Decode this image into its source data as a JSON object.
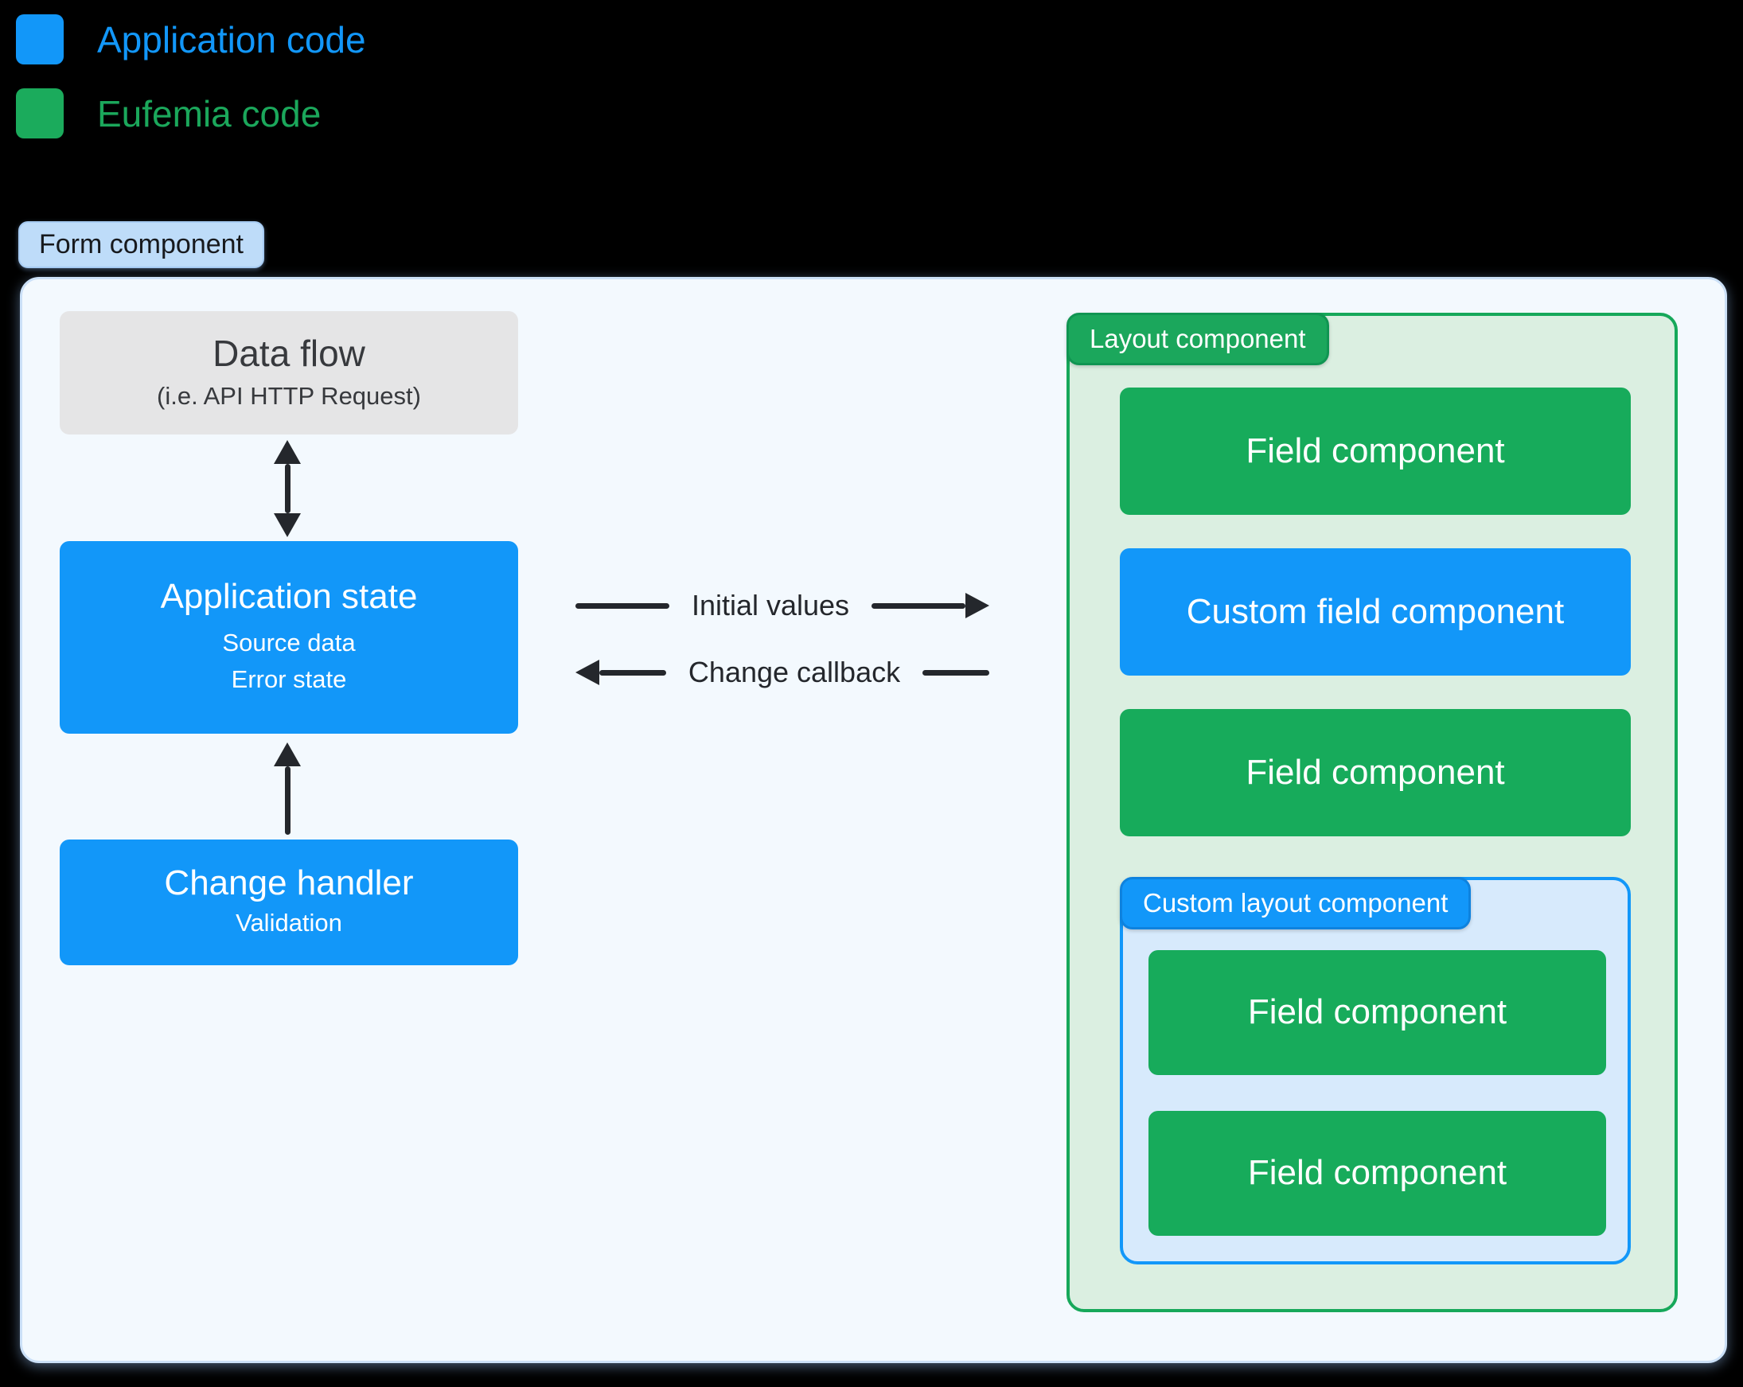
{
  "colors": {
    "application_blue": "#1297F9",
    "eufemia_green": "#1BAB5C",
    "field_green": "#17AB5B",
    "layout_container_bg": "#DBEFE1",
    "custom_layout_bg": "#D7EAFC",
    "form_container_bg": "#F3F9FE",
    "form_badge_bg": "#BEDCF9",
    "neutral_box_bg": "#E5E5E6",
    "arrow_color": "#24272C"
  },
  "legend": {
    "items": [
      {
        "label": "Application code",
        "color": "#1297F9"
      },
      {
        "label": "Eufemia code",
        "color": "#1BAB5C"
      }
    ]
  },
  "form": {
    "badge": "Form component",
    "data_flow": {
      "title": "Data flow",
      "subtitle": "(i.e. API HTTP Request)"
    },
    "application_state": {
      "title": "Application state",
      "line1": "Source data",
      "line2": "Error state"
    },
    "change_handler": {
      "title": "Change handler",
      "line1": "Validation"
    },
    "arrows": {
      "initial_values": "Initial values",
      "change_callback": "Change callback"
    },
    "layout_component": {
      "badge": "Layout component",
      "field_top": "Field component",
      "custom_field": "Custom field component",
      "field_bottom": "Field component",
      "custom_layout": {
        "badge": "Custom layout component",
        "field_1": "Field component",
        "field_2": "Field component"
      }
    }
  }
}
